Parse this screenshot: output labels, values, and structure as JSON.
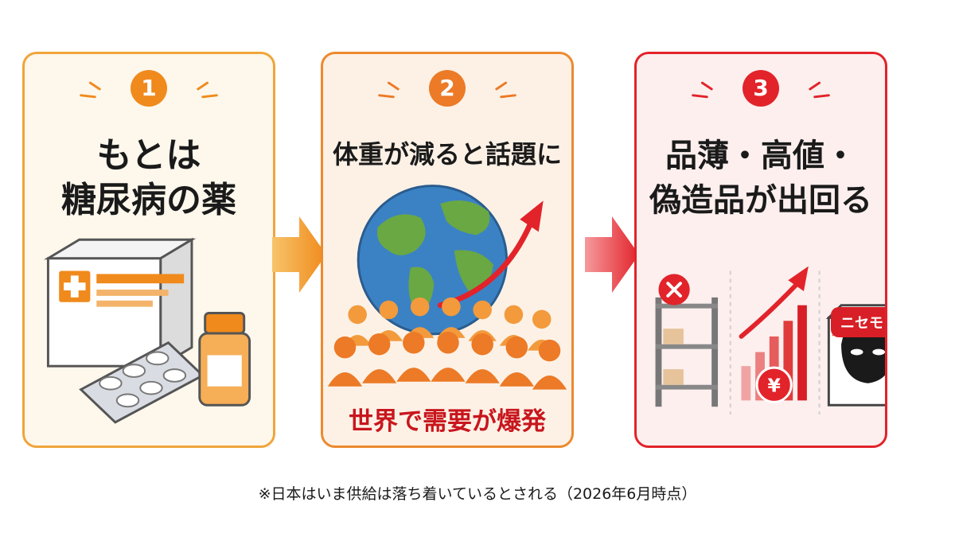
{
  "steps": [
    {
      "number": "1",
      "title_line1": "もとは",
      "title_line2": "糖尿病の薬"
    },
    {
      "number": "2",
      "title": "体重が減ると話題に",
      "caption": "世界で需要が爆発"
    },
    {
      "number": "3",
      "title_line1": "品薄・高値・",
      "title_line2": "偽造品が出回る",
      "bubble": "ニセモノ?",
      "currency": "¥"
    }
  ],
  "footnote": "※日本はいま供給は落ち着いているとされる（2026年6月時点）",
  "colors": {
    "orange": "#f08a1c",
    "deep_orange": "#ec7a26",
    "red": "#e2232a"
  }
}
